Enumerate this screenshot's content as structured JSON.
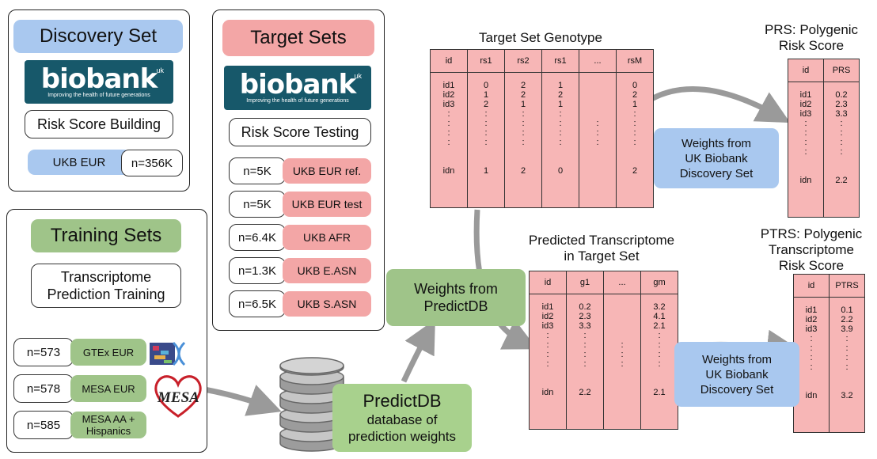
{
  "discovery": {
    "title": "Discovery Set",
    "logo": "biobank",
    "logo_sup": "uk",
    "logo_tag": "Improving the health of future generations",
    "task": "Risk Score Building",
    "cohort": "UKB EUR",
    "n": "n=356K"
  },
  "target": {
    "title": "Target Sets",
    "logo": "biobank",
    "logo_sup": "uk",
    "logo_tag": "Improving the health of future generations",
    "task": "Risk Score Testing",
    "rows": [
      {
        "n": "n=5K",
        "label": "UKB EUR ref."
      },
      {
        "n": "n=5K",
        "label": "UKB EUR test"
      },
      {
        "n": "n=6.4K",
        "label": "UKB AFR"
      },
      {
        "n": "n=1.3K",
        "label": "UKB E.ASN"
      },
      {
        "n": "n=6.5K",
        "label": "UKB S.ASN"
      }
    ]
  },
  "training": {
    "title": "Training Sets",
    "task_line1": "Transcriptome",
    "task_line2": "Prediction Training",
    "rows": [
      {
        "n": "n=573",
        "label": "GTEx EUR"
      },
      {
        "n": "n=578",
        "label": "MESA EUR"
      },
      {
        "n": "n=585",
        "label": "MESA AA + Hispanics"
      }
    ],
    "mesa_logo": "MESA"
  },
  "predictdb": {
    "title": "PredictDB",
    "line1": "database of",
    "line2": "prediction weights"
  },
  "weights_predictdb": {
    "line1": "Weights from",
    "line2": "PredictDB"
  },
  "weights_ukb_1": {
    "line1": "Weights from",
    "line2": "UK Biobank",
    "line3": "Discovery Set"
  },
  "weights_ukb_2": {
    "line1": "Weights from",
    "line2": "UK Biobank",
    "line3": "Discovery Set"
  },
  "genotype": {
    "title": "Target Set Genotype",
    "headers": [
      "id",
      "rs1",
      "rs2",
      "rs1",
      "...",
      "rsM"
    ],
    "columns": [
      [
        "id1",
        "id2",
        "id3",
        ":",
        ":",
        ":",
        ":",
        "",
        "",
        "idn"
      ],
      [
        "0",
        "1",
        "2",
        ":",
        ":",
        ":",
        ":",
        "",
        "",
        "1"
      ],
      [
        "2",
        "2",
        "1",
        ":",
        ":",
        ":",
        ":",
        "",
        "",
        "2"
      ],
      [
        "1",
        "2",
        "1",
        ":",
        ":",
        ":",
        ":",
        "",
        "",
        "0"
      ],
      [
        "",
        "",
        "",
        "",
        ":",
        ":",
        ":",
        "",
        "",
        ""
      ],
      [
        "0",
        "2",
        "1",
        ":",
        ":",
        ":",
        ":",
        "",
        "",
        "2"
      ]
    ]
  },
  "prs": {
    "title_line1": "PRS: Polygenic",
    "title_line2": "Risk Score",
    "headers": [
      "id",
      "PRS"
    ],
    "columns": [
      [
        "id1",
        "id2",
        "id3",
        ":",
        ":",
        ":",
        ":",
        "",
        "",
        "idn"
      ],
      [
        "0.2",
        "2.3",
        "3.3",
        ":",
        ":",
        ":",
        ":",
        "",
        "",
        "2.2"
      ]
    ]
  },
  "transcriptome": {
    "title_line1": "Predicted Transcriptome",
    "title_line2": "in Target Set",
    "headers": [
      "id",
      "g1",
      "...",
      "gm"
    ],
    "columns": [
      [
        "id1",
        "id2",
        "id3",
        ":",
        ":",
        ":",
        ":",
        "",
        "",
        "idn"
      ],
      [
        "0.2",
        "2.3",
        "3.3",
        ":",
        ":",
        ":",
        ":",
        "",
        "",
        "2.2"
      ],
      [
        "",
        "",
        "",
        "",
        ":",
        ":",
        ":",
        "",
        "",
        ""
      ],
      [
        "3.2",
        "4.1",
        "2.1",
        ":",
        ":",
        ":",
        ":",
        "",
        "",
        "2.1"
      ]
    ]
  },
  "ptrs": {
    "title_line1": "PTRS: Polygenic",
    "title_line2": "Transcriptome",
    "title_line3": "Risk Score",
    "headers": [
      "id",
      "PTRS"
    ],
    "columns": [
      [
        "id1",
        "id2",
        "id3",
        ":",
        ":",
        ":",
        ":",
        "",
        "",
        "idn"
      ],
      [
        "0.1",
        "2.2",
        "3.9",
        ":",
        ":",
        ":",
        ":",
        "",
        "",
        "3.2"
      ]
    ]
  },
  "colors": {
    "blue": "#a9c8ef",
    "red": "#f3a6a6",
    "green": "#a8d18d",
    "table": "#f7b6b6",
    "logo": "#17586a",
    "arrow": "#9a9a9a"
  }
}
